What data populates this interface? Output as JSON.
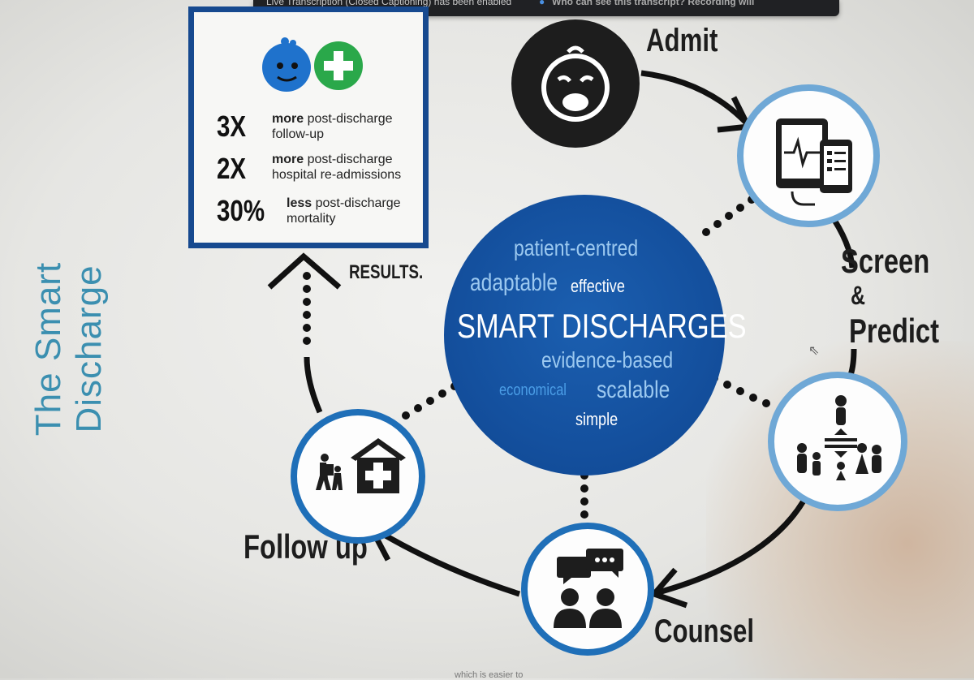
{
  "top_bar": {
    "caption_text": "Live Transcription (Closed Captioning) has been enabled",
    "who_text": "Who can see this transcript? Recording will"
  },
  "side_title": "The Smart Discharge",
  "results_box": {
    "stats": [
      {
        "number": "3X",
        "emphasis": "more",
        "line1": " post-discharge",
        "line2": "follow-up"
      },
      {
        "number": "2X",
        "emphasis": "more",
        "line1": " post-discharge",
        "line2": "hospital re-admissions"
      },
      {
        "number": "30%",
        "emphasis": "less",
        "line1": " post-discharge",
        "line2": "mortality"
      }
    ]
  },
  "labels": {
    "results": "RESULTS.",
    "admit": "Admit",
    "screen": "Screen",
    "ampersand": "&",
    "predict": "Predict",
    "counsel": "Counsel",
    "follow_up": "Follow up"
  },
  "center_words": {
    "patient_centred": "patient-centred",
    "adaptable": "adaptable",
    "effective": "effective",
    "title": "SMART DISCHARGES",
    "evidence_based": "evidence-based",
    "economical": "economical",
    "scalable": "scalable",
    "simple": "simple"
  },
  "icons": {
    "admit": "crying-baby-icon",
    "screen": "tablet-phone-icon",
    "predict": "family-triage-icon",
    "counsel": "counsel-chat-icon",
    "follow_up": "home-clinic-icon",
    "results": "baby-plus-icon"
  },
  "colors": {
    "dark_blue": "#16498f",
    "circle_blue": "#14509e",
    "ring_blue": "#1f6fb8",
    "light_ring": "#6fa8d6",
    "word_light_blue": "#9cc9f0",
    "title_teal": "#3b8fb0"
  },
  "bottom_fragment": "which is easier to"
}
